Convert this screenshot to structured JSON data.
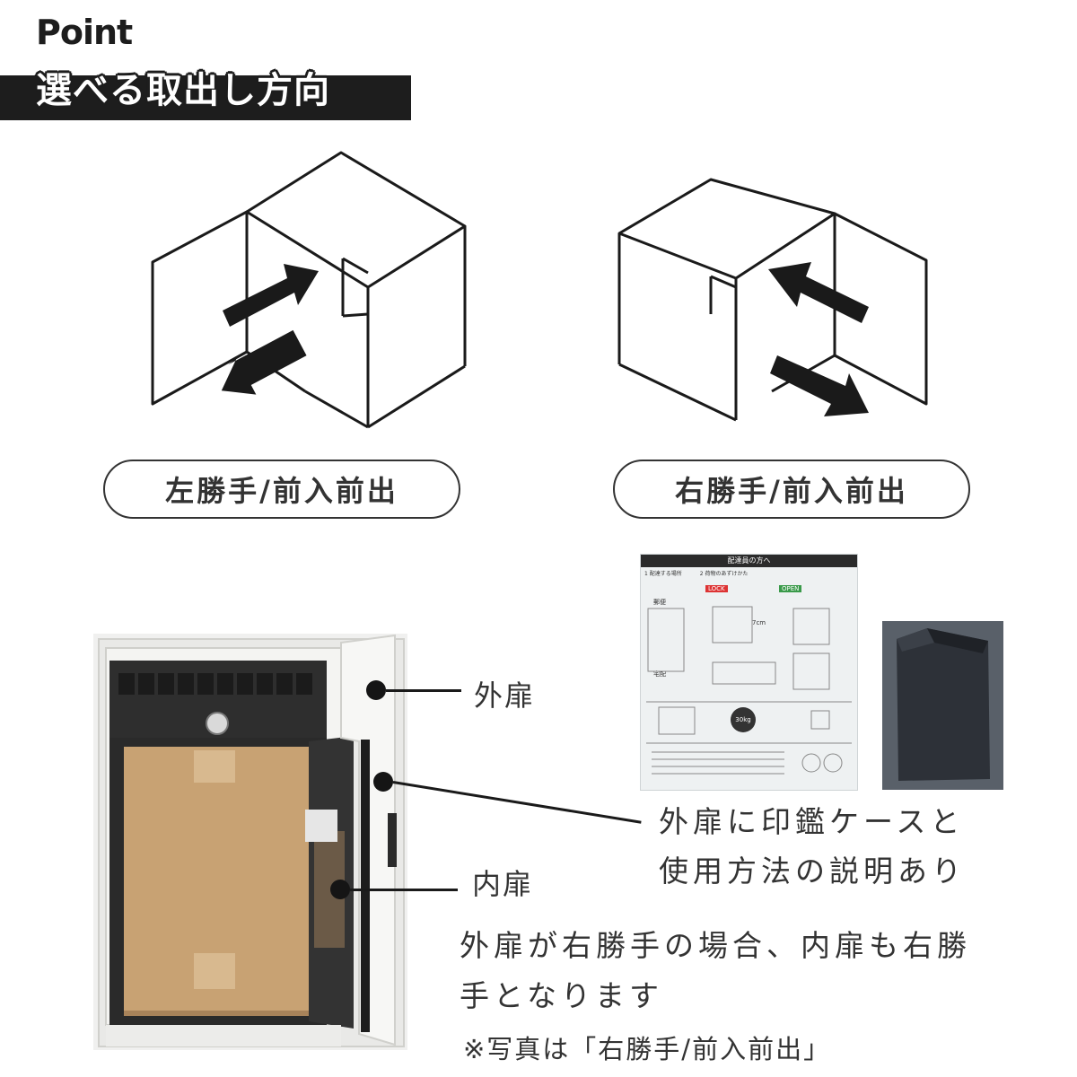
{
  "header": {
    "point": "Point",
    "title": "選べる取出し方向"
  },
  "options": {
    "left_label": "左勝手/前入前出",
    "right_label": "右勝手/前入前出"
  },
  "callouts": {
    "outer_door": "外扉",
    "inner_door": "内扉",
    "seal_case_line1": "外扉に印鑑ケースと",
    "seal_case_line2": "使用方法の説明あり"
  },
  "note": {
    "line1": "外扉が右勝手の場合、内扉も右勝",
    "line2": "手となります",
    "photo_note": "※写真は「右勝手/前入前出」"
  },
  "instruction_card": {
    "title": "配達員の方へ",
    "section1": "1 配達する場所",
    "section2": "2 荷物のあずけかた",
    "lock": "LOCK",
    "open": "OPEN",
    "mail": "郵便",
    "parcel": "宅配",
    "size": "7cm",
    "weight": "30kg"
  }
}
